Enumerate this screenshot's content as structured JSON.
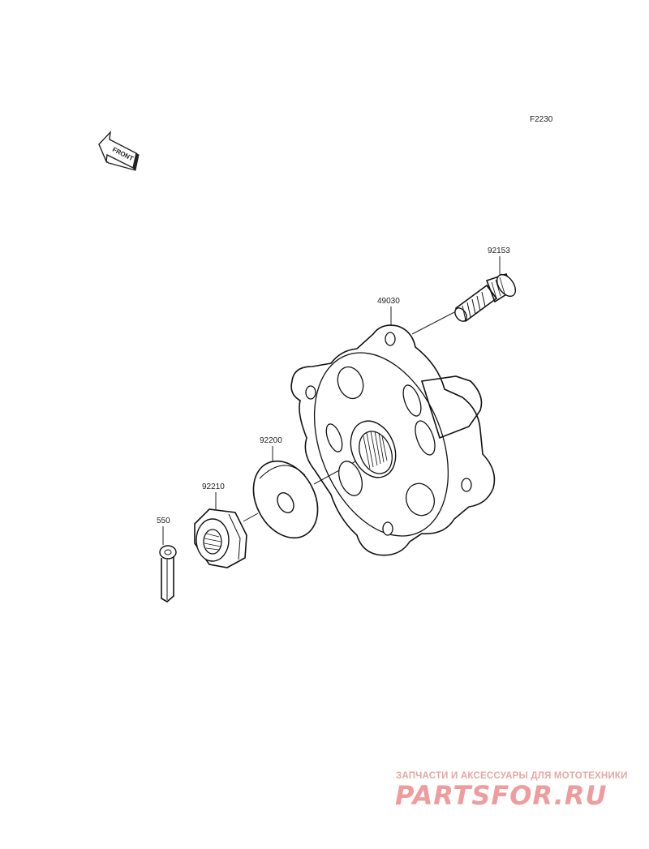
{
  "figure_code": "F2230",
  "front_arrow_label": "FRONT",
  "parts": [
    {
      "number": "92153",
      "name": "stud"
    },
    {
      "number": "49030",
      "name": "hub"
    },
    {
      "number": "92200",
      "name": "washer"
    },
    {
      "number": "92210",
      "name": "nut"
    },
    {
      "number": "550",
      "name": "cotter-pin"
    }
  ],
  "watermark": {
    "tagline": "ЗАПЧАСТИ И АКСЕССУАРЫ ДЛЯ МОТОТЕХНИКИ",
    "brand": "PARTSFOR.RU",
    "color": "#ef9c9c"
  }
}
